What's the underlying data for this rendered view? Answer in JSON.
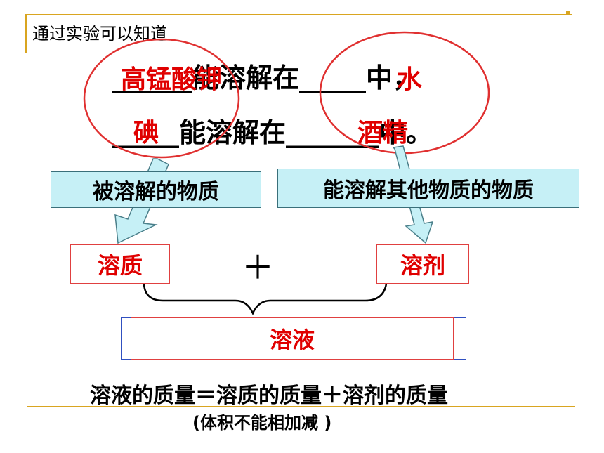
{
  "heading": "通过实验可以知道",
  "sentence1": {
    "solute_answer": "高锰酸钾",
    "middle_text": "能溶解在",
    "solvent_answer": "水",
    "end_text": "中，"
  },
  "sentence2": {
    "solute_answer": "碘",
    "middle_text": "能溶解在",
    "solvent_answer": "酒精",
    "end_text": "中。"
  },
  "definitions": {
    "solute_definition": "被溶解的物质",
    "solvent_definition": "能溶解其他物质的物质"
  },
  "terms": {
    "solute": "溶质",
    "plus": "＋",
    "solvent": "溶剂",
    "solution": "溶液"
  },
  "formula": "溶液的质量＝溶质的质量＋溶剂的质量",
  "note": "(体积不能相加减 )",
  "colors": {
    "answer_red": "#e00000",
    "definition_box_fill": "#c6f0f6",
    "frame_line_gold": "#d9a520",
    "circle_red": "#e03030"
  }
}
